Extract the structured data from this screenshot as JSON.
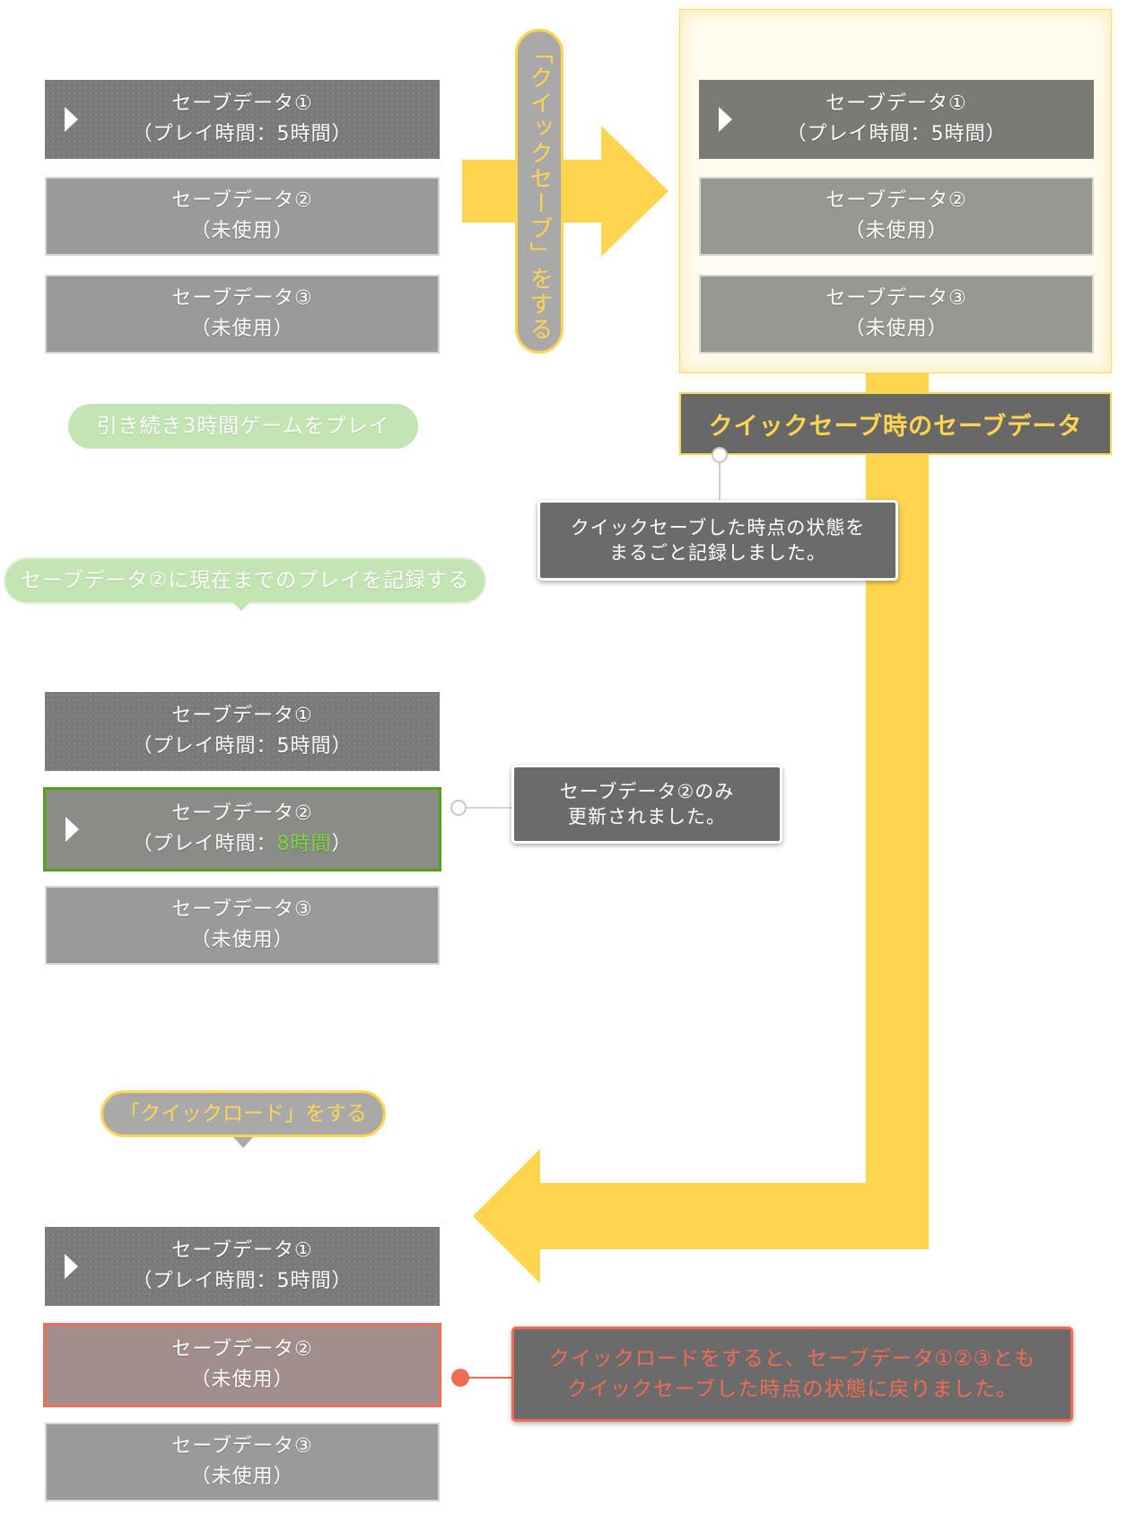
{
  "slots": {
    "s1": {
      "title": "セーブデータ①",
      "detail": "（プレイ時間：5時間）"
    },
    "s2": {
      "title": "セーブデータ②",
      "detail": "（未使用）"
    },
    "s3": {
      "title": "セーブデータ③",
      "detail": "（未使用）"
    },
    "s2_updated": {
      "title": "セーブデータ②",
      "detail_prefix": "（プレイ時間：",
      "detail_highlight": "8時間",
      "detail_suffix": "）"
    }
  },
  "quick_save_badge": "「クイックセーブ」をする",
  "quick_save_panel_title": "クイックセーブ時のセーブデータ",
  "callout_quick_save": {
    "line1": "クイックセーブした時点の状態を",
    "line2": "まるごと記録しました。"
  },
  "step_continue_play": "引き続き3時間ゲームをプレイ",
  "step_record_slot2": "セーブデータ②に現在までのプレイを記録する",
  "callout_slot2_only": {
    "line1": "セーブデータ②のみ",
    "line2": "更新されました。"
  },
  "step_quick_load": "「クイックロード」をする",
  "callout_quick_load": {
    "line1": "クイックロードをすると、セーブデータ①②③とも",
    "line2": "クイックセーブした時点の状態に戻りました。"
  },
  "colors": {
    "yellow": "#ffd54f",
    "green_pill": "#c3e4b3",
    "green_highlight": "#57a118",
    "red_highlight": "#f26b55",
    "slot_gray": "#9a9a9a"
  }
}
